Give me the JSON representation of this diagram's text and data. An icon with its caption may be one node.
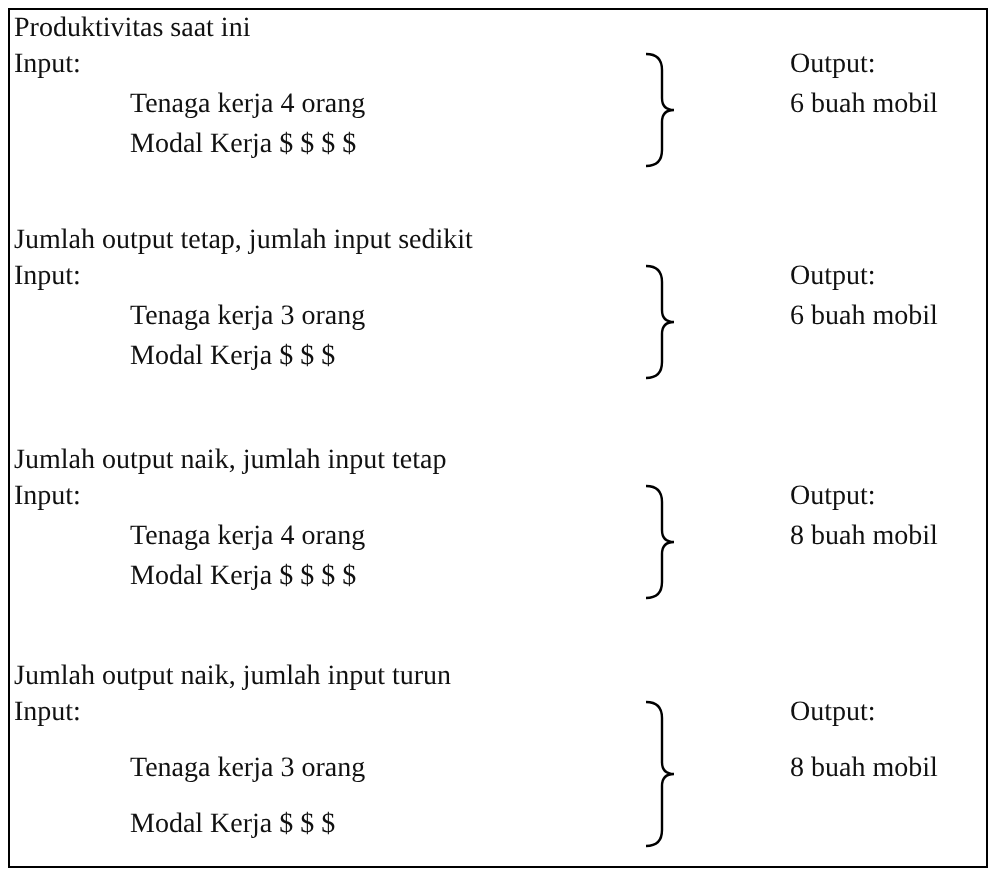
{
  "diagram": {
    "labels": [
      "Produktivitas saat ini",
      "Input:",
      "Output:",
      "Tenaga kerja 4 orang",
      "6 buah mobil",
      "Modal Kerja $ $ $ $",
      "Jumlah output tetap, jumlah input sedikit",
      "Input:",
      "Output:",
      "Tenaga kerja 3 orang",
      "6 buah mobil",
      "Modal Kerja $ $ $",
      "Jumlah output naik, jumlah input tetap",
      "Input:",
      "Output:",
      "Tenaga kerja 4 orang",
      "8 buah mobil",
      "Modal Kerja $ $ $ $",
      "Jumlah output naik, jumlah input turun",
      "Input:",
      "Output:",
      "Tenaga kerja 3 orang",
      "8 buah mobil",
      "Modal Kerja $ $ $"
    ]
  }
}
